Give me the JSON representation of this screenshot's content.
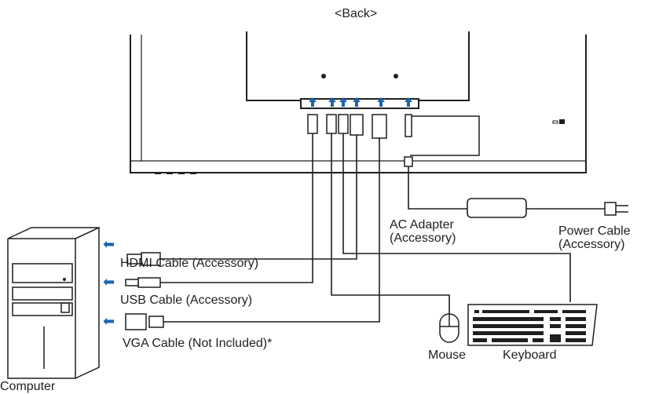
{
  "title": "<Back>",
  "labels": {
    "ac_adapter_line1": "AC Adapter",
    "ac_adapter_line2": "(Accessory)",
    "power_cable_line1": "Power Cable",
    "power_cable_line2": "(Accessory)",
    "hdmi_cable": "HDMI Cable (Accessory)",
    "usb_cable": "USB Cable (Accessory)",
    "vga_cable": "VGA Cable (Not Included)*",
    "computer": "Computer",
    "mouse": "Mouse",
    "keyboard": "Keyboard"
  },
  "colors": {
    "line": "#1f1f1f",
    "arrow": "#1b63b0"
  },
  "icons": {
    "arrow": "left-arrow-icon",
    "up_arrow": "up-arrow-icon"
  }
}
